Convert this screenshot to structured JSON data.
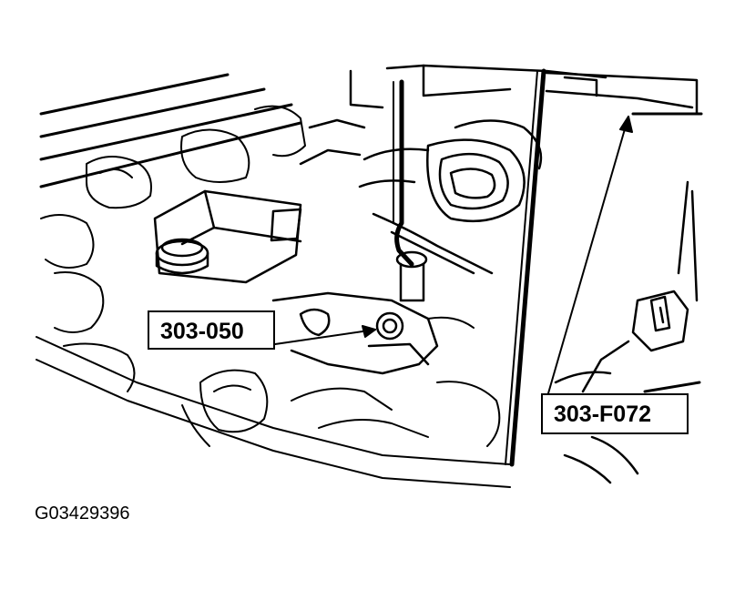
{
  "figure": {
    "callouts": [
      {
        "label": "303-050"
      },
      {
        "label": "303-F072"
      }
    ],
    "figure_id": "G03429396",
    "colors": {
      "line": "#000000",
      "background": "#ffffff"
    }
  }
}
